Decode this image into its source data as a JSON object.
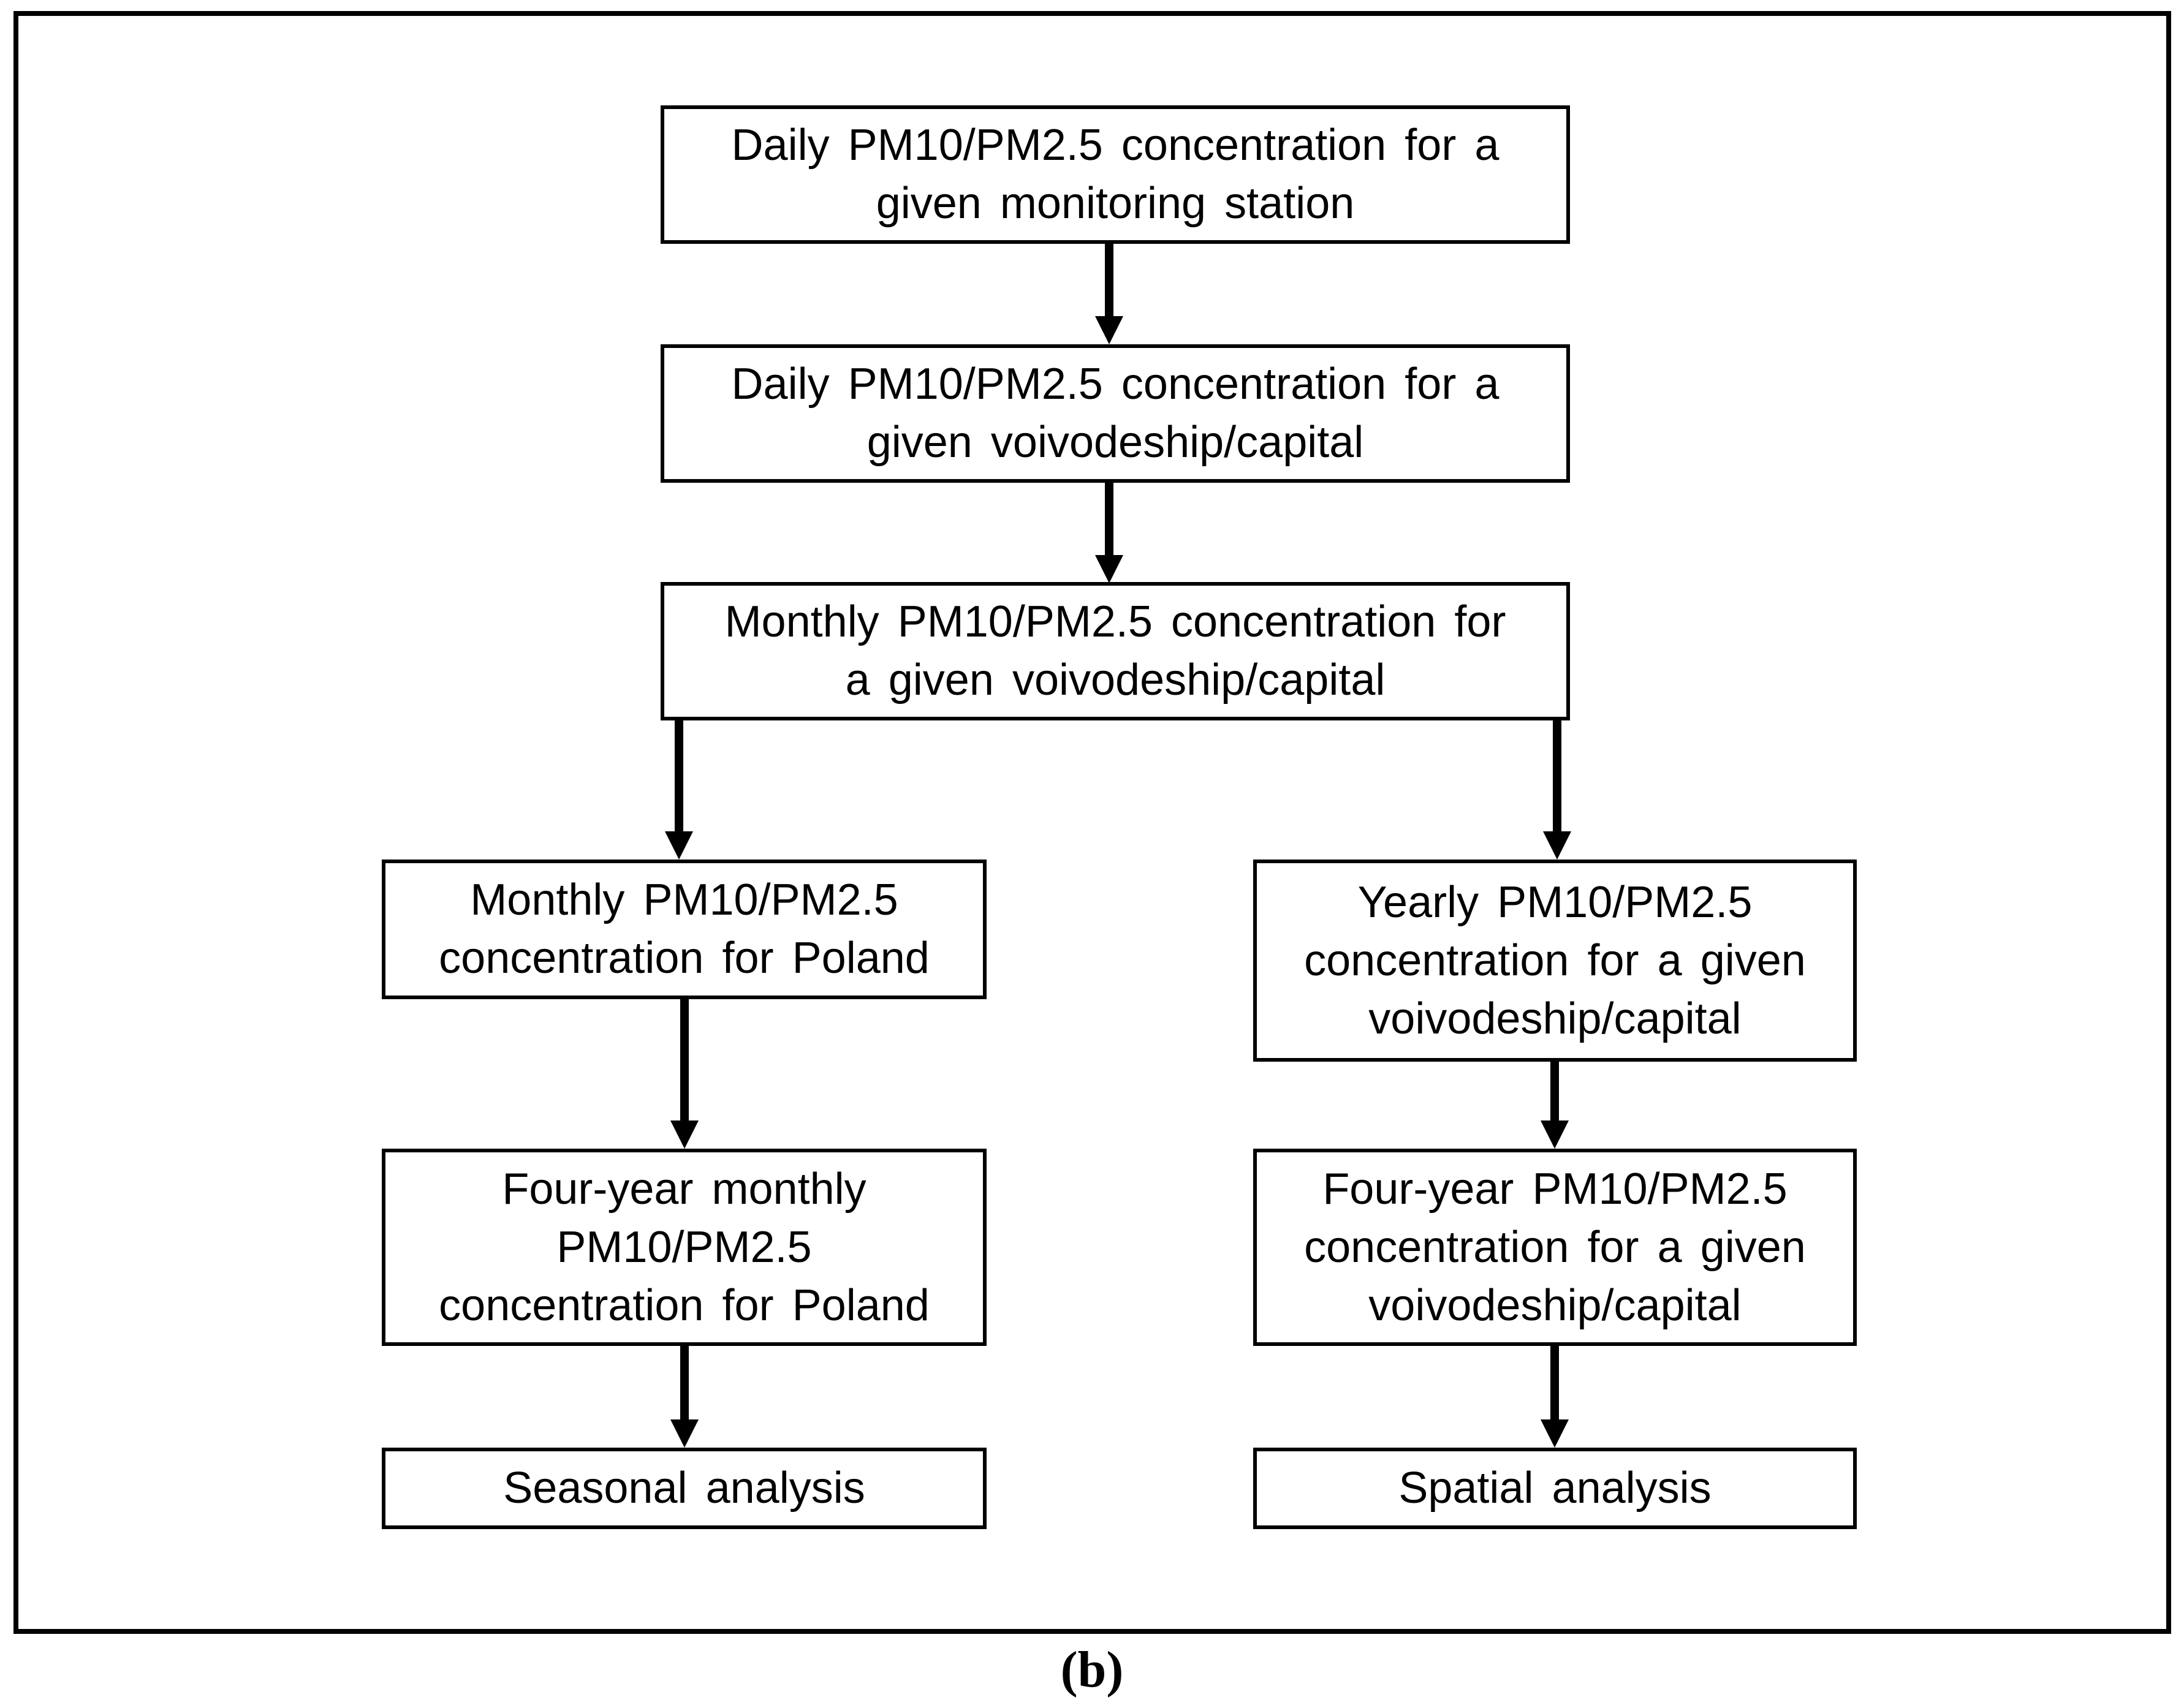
{
  "figure": {
    "caption": "(b)"
  },
  "colors": {
    "background": "#ffffff",
    "box_fill": "#ffffff",
    "box_border": "#000000",
    "arrow": "#000000",
    "frame_border": "#000000",
    "text": "#000000"
  },
  "flowchart": {
    "nodes": [
      {
        "id": "daily-station",
        "label": "Daily PM10/PM2.5 concentration for a given monitoring station",
        "lines": [
          "Daily PM10/PM2.5 concentration for a",
          "given monitoring station"
        ]
      },
      {
        "id": "daily-voivodeship",
        "label": "Daily PM10/PM2.5 concentration for a given voivodeship/capital",
        "lines": [
          "Daily PM10/PM2.5 concentration for a",
          "given voivodeship/capital"
        ]
      },
      {
        "id": "monthly-voivodeship",
        "label": "Monthly PM10/PM2.5 concentration for a given voivodeship/capital",
        "lines": [
          "Monthly PM10/PM2.5 concentration for",
          "a given voivodeship/capital"
        ]
      },
      {
        "id": "monthly-poland",
        "label": "Monthly PM10/PM2.5 concentration for Poland",
        "lines": [
          "Monthly PM10/PM2.5",
          "concentration for Poland"
        ]
      },
      {
        "id": "yearly-voivodeship",
        "label": "Yearly PM10/PM2.5 concentration for a given voivodeship/capital",
        "lines": [
          "Yearly PM10/PM2.5",
          "concentration for a given",
          "voivodeship/capital"
        ]
      },
      {
        "id": "four-year-monthly-poland",
        "label": "Four-year monthly PM10/PM2.5 concentration for Poland",
        "lines": [
          "Four-year monthly",
          "PM10/PM2.5",
          "concentration for Poland"
        ]
      },
      {
        "id": "four-year-voivodeship",
        "label": "Four-year PM10/PM2.5 concentration for a given voivodeship/capital",
        "lines": [
          "Four-year PM10/PM2.5",
          "concentration for a given",
          "voivodeship/capital"
        ]
      },
      {
        "id": "seasonal-analysis",
        "label": "Seasonal analysis",
        "lines": [
          "Seasonal analysis"
        ]
      },
      {
        "id": "spatial-analysis",
        "label": "Spatial analysis",
        "lines": [
          "Spatial analysis"
        ]
      }
    ],
    "edges": [
      {
        "from": "daily-station",
        "to": "daily-voivodeship"
      },
      {
        "from": "daily-voivodeship",
        "to": "monthly-voivodeship"
      },
      {
        "from": "monthly-voivodeship",
        "to": "monthly-poland"
      },
      {
        "from": "monthly-voivodeship",
        "to": "yearly-voivodeship"
      },
      {
        "from": "monthly-poland",
        "to": "four-year-monthly-poland"
      },
      {
        "from": "yearly-voivodeship",
        "to": "four-year-voivodeship"
      },
      {
        "from": "four-year-monthly-poland",
        "to": "seasonal-analysis"
      },
      {
        "from": "four-year-voivodeship",
        "to": "spatial-analysis"
      }
    ]
  }
}
